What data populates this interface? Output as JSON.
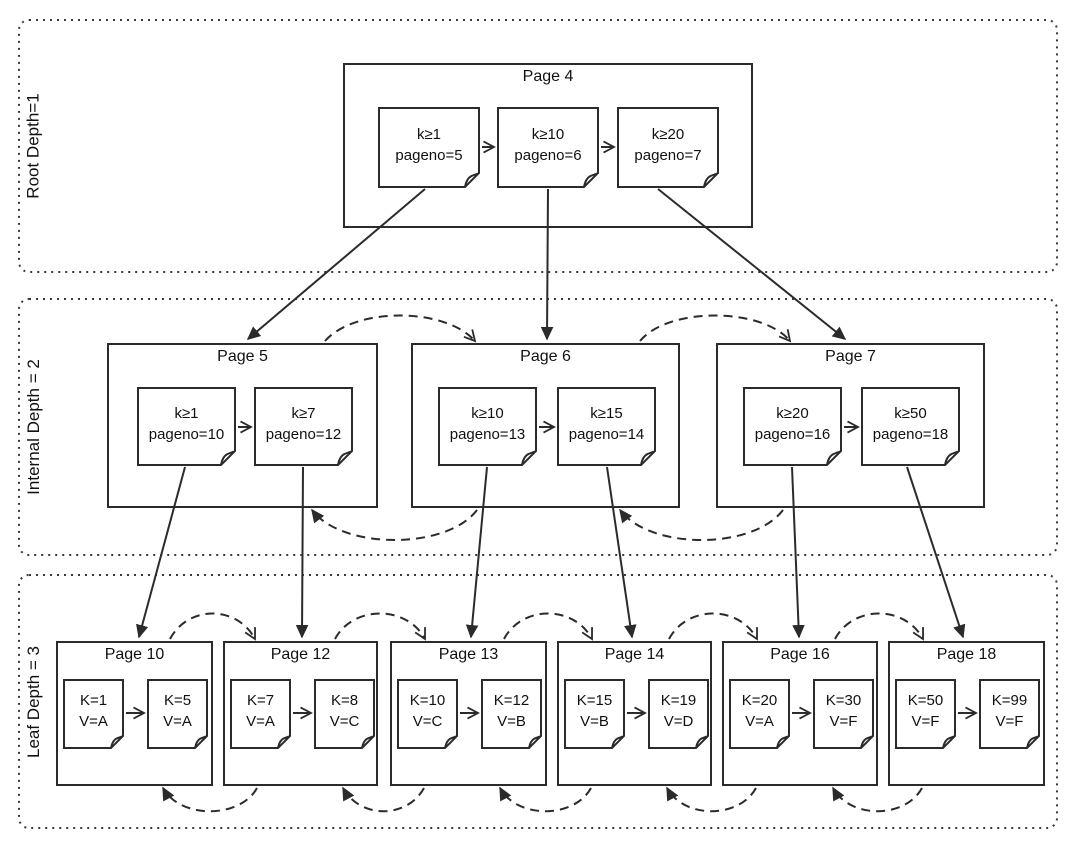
{
  "diagram": {
    "levels": [
      {
        "label": "Root Depth=1",
        "pages": [
          {
            "title": "Page 4",
            "entries": [
              {
                "line1": "k≥1",
                "line2": "pageno=5"
              },
              {
                "line1": "k≥10",
                "line2": "pageno=6"
              },
              {
                "line1": "k≥20",
                "line2": "pageno=7"
              }
            ]
          }
        ]
      },
      {
        "label": "Internal Depth = 2",
        "pages": [
          {
            "title": "Page 5",
            "entries": [
              {
                "line1": "k≥1",
                "line2": "pageno=10"
              },
              {
                "line1": "k≥7",
                "line2": "pageno=12"
              }
            ]
          },
          {
            "title": "Page 6",
            "entries": [
              {
                "line1": "k≥10",
                "line2": "pageno=13"
              },
              {
                "line1": "k≥15",
                "line2": "pageno=14"
              }
            ]
          },
          {
            "title": "Page 7",
            "entries": [
              {
                "line1": "k≥20",
                "line2": "pageno=16"
              },
              {
                "line1": "k≥50",
                "line2": "pageno=18"
              }
            ]
          }
        ]
      },
      {
        "label": "Leaf Depth = 3",
        "pages": [
          {
            "title": "Page 10",
            "entries": [
              {
                "line1": "K=1",
                "line2": "V=A"
              },
              {
                "line1": "K=5",
                "line2": "V=A"
              }
            ]
          },
          {
            "title": "Page 12",
            "entries": [
              {
                "line1": "K=7",
                "line2": "V=A"
              },
              {
                "line1": "K=8",
                "line2": "V=C"
              }
            ]
          },
          {
            "title": "Page 13",
            "entries": [
              {
                "line1": "K=10",
                "line2": "V=C"
              },
              {
                "line1": "K=12",
                "line2": "V=B"
              }
            ]
          },
          {
            "title": "Page 14",
            "entries": [
              {
                "line1": "K=15",
                "line2": "V=B"
              },
              {
                "line1": "K=19",
                "line2": "V=D"
              }
            ]
          },
          {
            "title": "Page 16",
            "entries": [
              {
                "line1": "K=20",
                "line2": "V=A"
              },
              {
                "line1": "K=30",
                "line2": "V=F"
              }
            ]
          },
          {
            "title": "Page 18",
            "entries": [
              {
                "line1": "K=50",
                "line2": "V=F"
              },
              {
                "line1": "K=99",
                "line2": "V=F"
              }
            ]
          }
        ]
      }
    ],
    "colors": {
      "line": "#2b2b2b",
      "dotted_border": "#3a3a3a",
      "text": "#111111",
      "background": "#ffffff"
    }
  }
}
